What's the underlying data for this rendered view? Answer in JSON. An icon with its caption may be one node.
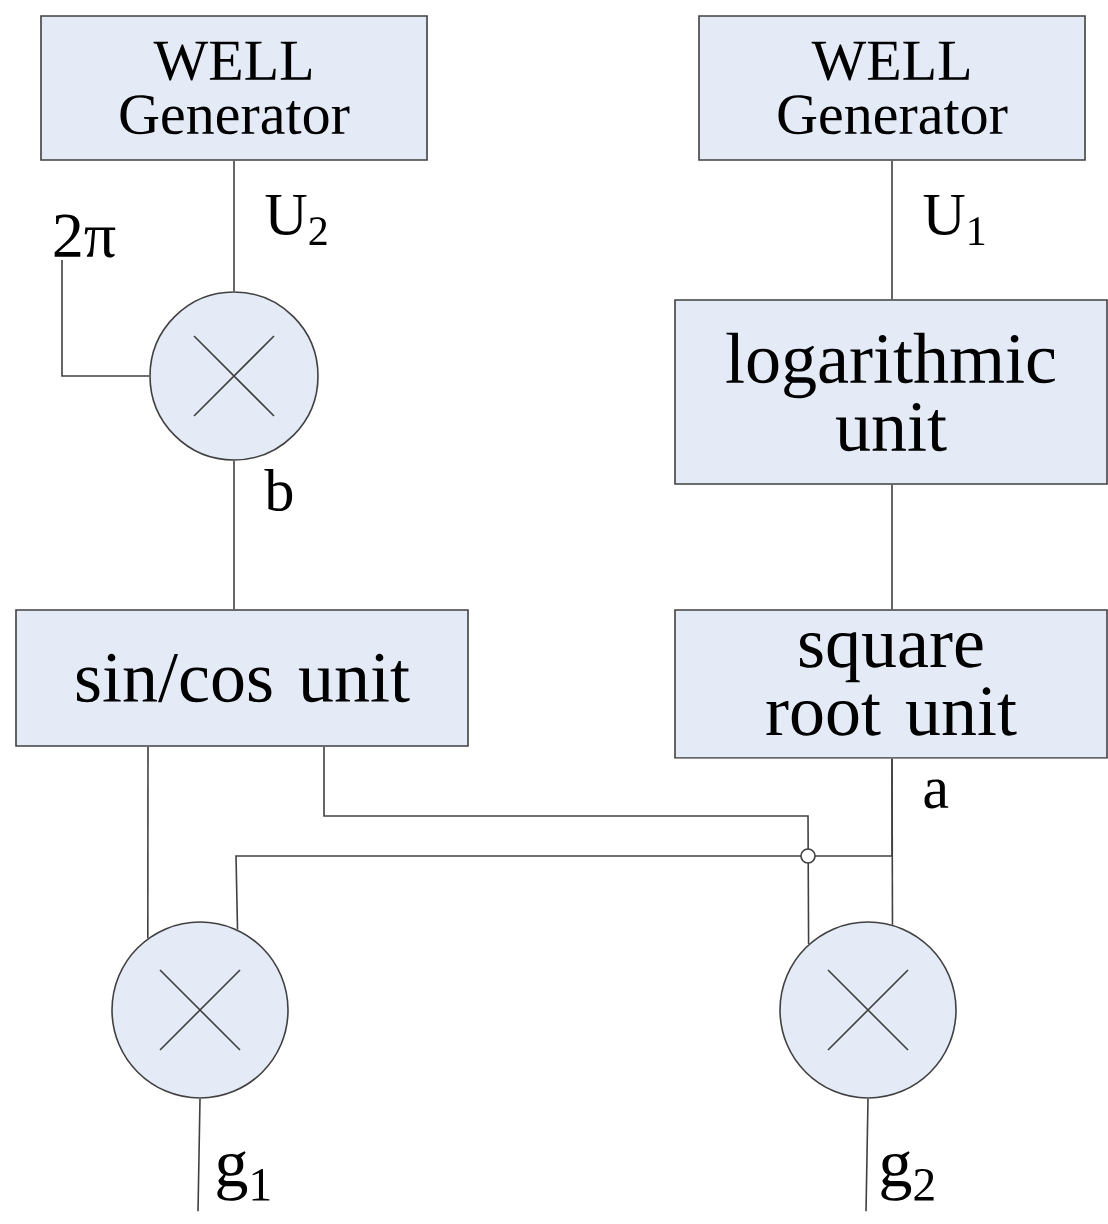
{
  "diagram": {
    "nodes": [
      {
        "text": [
          "WELL Generator"
        ]
      },
      {
        "text": [
          "WELL Generator"
        ]
      },
      {
        "text": [],
        "shape": "circle"
      },
      {
        "text": [
          "2π"
        ]
      },
      {
        "text": [
          "logarithmic unit"
        ]
      },
      {
        "text": [
          "sin/cos unit"
        ]
      },
      {
        "text": [
          "square root unit"
        ]
      },
      {
        "text": [],
        "shape": "circle"
      },
      {
        "text": [],
        "shape": "circle"
      },
      {
        "text": [
          "g$_{1}$"
        ]
      },
      {
        "text": [
          "g$_{2}$"
        ]
      }
    ],
    "edges": [
      {
        "from": 0,
        "to": 2,
        "arrow": "none",
        "label": "U$_{2}$"
      },
      {
        "from": 3,
        "to": 2,
        "arrow": "none"
      },
      {
        "from": 2,
        "to": 5,
        "arrow": "none",
        "label": "b"
      },
      {
        "from": 1,
        "to": 4,
        "arrow": "none",
        "label": "U$_{1}$"
      },
      {
        "from": 4,
        "to": 6,
        "arrow": "none"
      },
      {
        "from": 6,
        "to": 8,
        "arrow": "none",
        "label": "a"
      },
      {
        "from": 6,
        "to": 7,
        "arrow": "none"
      },
      {
        "from": 5,
        "to": 7,
        "arrow": "none"
      },
      {
        "from": 5,
        "to": 8,
        "arrow": "none"
      },
      {
        "from": 7,
        "to": 9,
        "arrow": "none"
      },
      {
        "from": 8,
        "to": 10,
        "arrow": "none"
      }
    ]
  }
}
